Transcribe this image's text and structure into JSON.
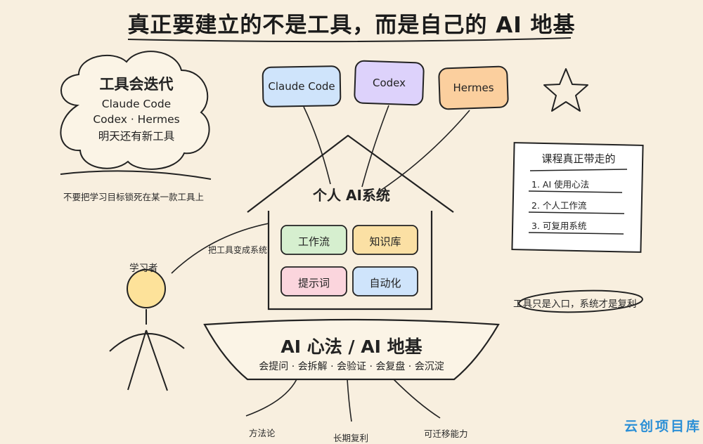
{
  "title": "真正要建立的不是工具，而是自己的 AI 地基",
  "cloud": {
    "title": "工具会迭代",
    "lines": [
      "Claude Code",
      "Codex · Hermes",
      "明天还有新工具"
    ]
  },
  "cloud_caption": "不要把学习目标锁死在某一款工具上",
  "tools": [
    {
      "label": "Claude Code",
      "color": "#cfe4fb"
    },
    {
      "label": "Codex",
      "color": "#ddd2fb"
    },
    {
      "label": "Hermes",
      "color": "#fbcf9e"
    }
  ],
  "house": {
    "title": "个人 AI系统",
    "modules": [
      {
        "label": "工作流",
        "color": "#d6efcf"
      },
      {
        "label": "知识库",
        "color": "#fbe0a4"
      },
      {
        "label": "提示词",
        "color": "#fbd5dd"
      },
      {
        "label": "自动化",
        "color": "#cfe4fb"
      }
    ]
  },
  "learner": {
    "label": "学习者",
    "head_color": "#fde29a",
    "arrow_label": "把工具变成系统"
  },
  "foundation": {
    "title": "AI 心法 / AI 地基",
    "subtitle": "会提问 · 会拆解 · 会验证 · 会复盘 · 会沉淀",
    "roots": [
      "方法论",
      "长期复利",
      "可迁移能力"
    ]
  },
  "note": {
    "title": "课程真正带走的",
    "items": [
      "1. AI 使用心法",
      "2. 个人工作流",
      "3. 可复用系统"
    ]
  },
  "entry_note": "工具只是入口，系统才是复利",
  "watermark": "云创项目库"
}
